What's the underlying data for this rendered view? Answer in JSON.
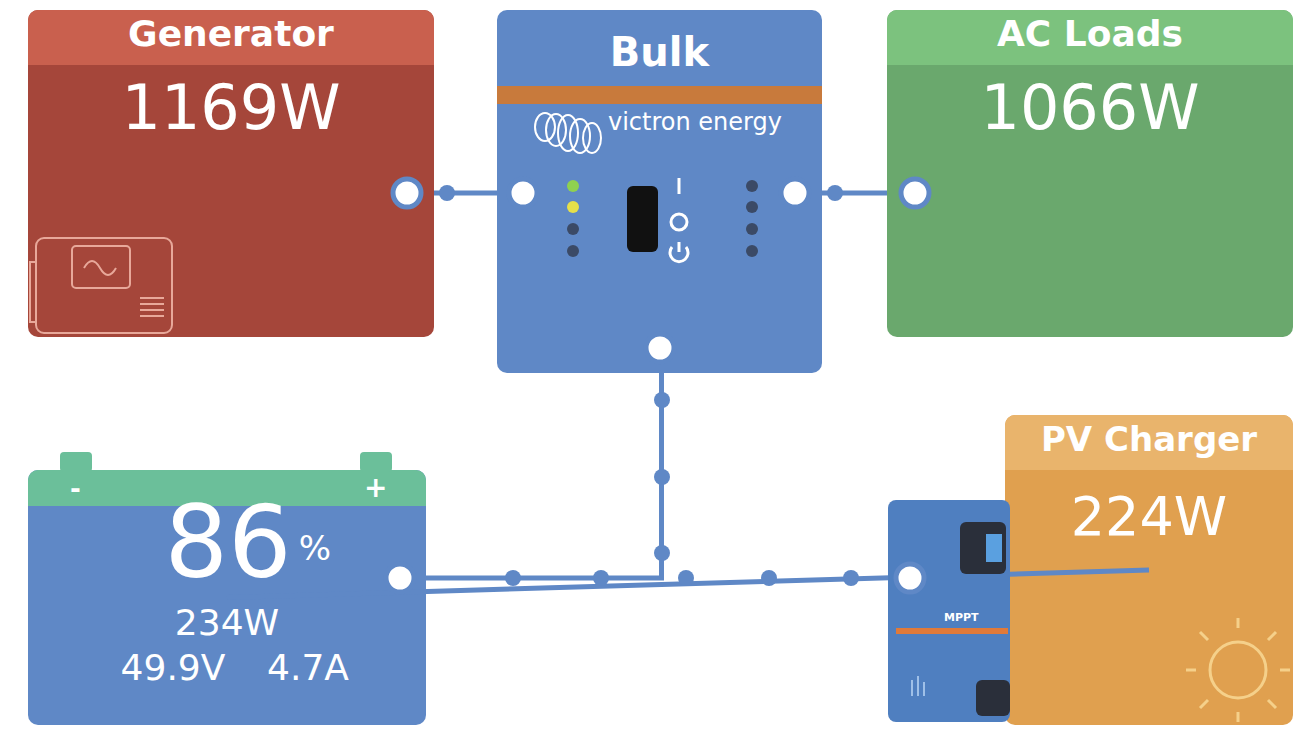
{
  "diagram": {
    "nodes": [
      {
        "text": [
          "Generator",
          "1169W"
        ]
      },
      {
        "text": [
          "Bulk"
        ]
      },
      {
        "text": [
          "AC Loads",
          "1066W"
        ]
      },
      {
        "text": [
          "86",
          "%",
          "234W",
          "49.9V",
          "4.7A"
        ]
      },
      {
        "text": [
          "PV Charger",
          "224W"
        ]
      }
    ],
    "edges": [
      {
        "from": 0,
        "to": 1,
        "arrow": "none"
      },
      {
        "from": 1,
        "to": 2,
        "arrow": "none"
      },
      {
        "from": 1,
        "to": 3,
        "arrow": "none"
      },
      {
        "from": 4,
        "to": 3,
        "arrow": "none"
      }
    ],
    "labels": [
      "victron energy",
      "-",
      "+",
      "MPPT"
    ]
  }
}
